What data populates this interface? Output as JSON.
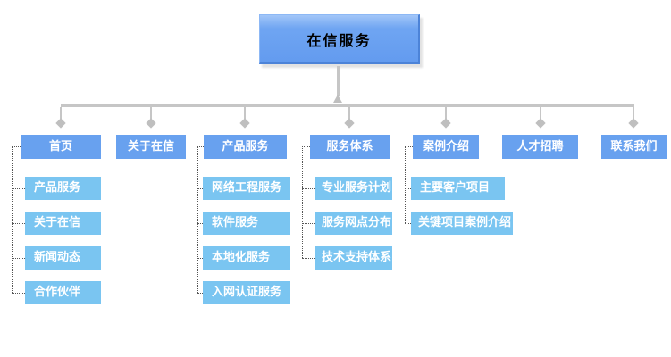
{
  "diagram": {
    "root_label": "在信服务"
  },
  "colors": {
    "root_fill": "#6fa5f2",
    "root_border_dark": "#4c83d8",
    "root_text": "#000000",
    "level2_fill": "#68a1ef",
    "level3_fill": "#7ac5f1",
    "node_text": "#ffffff",
    "connector_gray": "#c6c6c6",
    "dotted_line": "#555555",
    "background": "#ffffff"
  },
  "branches": [
    {
      "label": "首页",
      "children": [
        "产品服务",
        "关于在信",
        "新闻动态",
        "合作伙伴"
      ]
    },
    {
      "label": "关于在信",
      "children": []
    },
    {
      "label": "产品服务",
      "children": [
        "网络工程服务",
        "软件服务",
        "本地化服务",
        "入网认证服务"
      ]
    },
    {
      "label": "服务体系",
      "children": [
        "专业服务计划",
        "服务网点分布",
        "技术支持体系"
      ]
    },
    {
      "label": "案例介绍",
      "children": [
        "主要客户项目",
        "关键项目案例介绍"
      ]
    },
    {
      "label": "人才招聘",
      "children": []
    },
    {
      "label": "联系我们",
      "children": []
    }
  ]
}
